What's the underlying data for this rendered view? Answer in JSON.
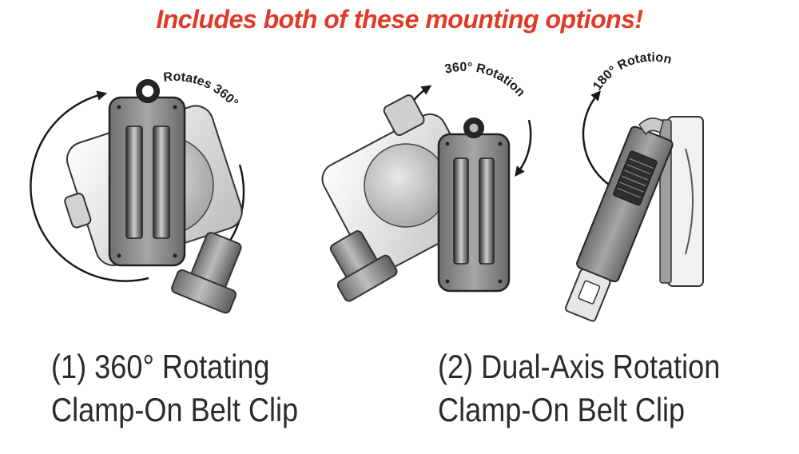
{
  "headline": "Includes both of these mounting options!",
  "option1": {
    "rotation_label": "Rotates 360°",
    "caption_line1": "(1) 360° Rotating",
    "caption_line2": "Clamp-On Belt Clip"
  },
  "option2": {
    "rotation_label_a": "360° Rotation",
    "rotation_label_b": "180° Rotation",
    "caption_line1": "(2) Dual-Axis Rotation",
    "caption_line2": "Clamp-On Belt Clip"
  },
  "colors": {
    "headline": "#e03a27",
    "caption": "#2b2b2b",
    "clip_body": "#8e8e8e",
    "clip_light": "#d9d9d9"
  }
}
